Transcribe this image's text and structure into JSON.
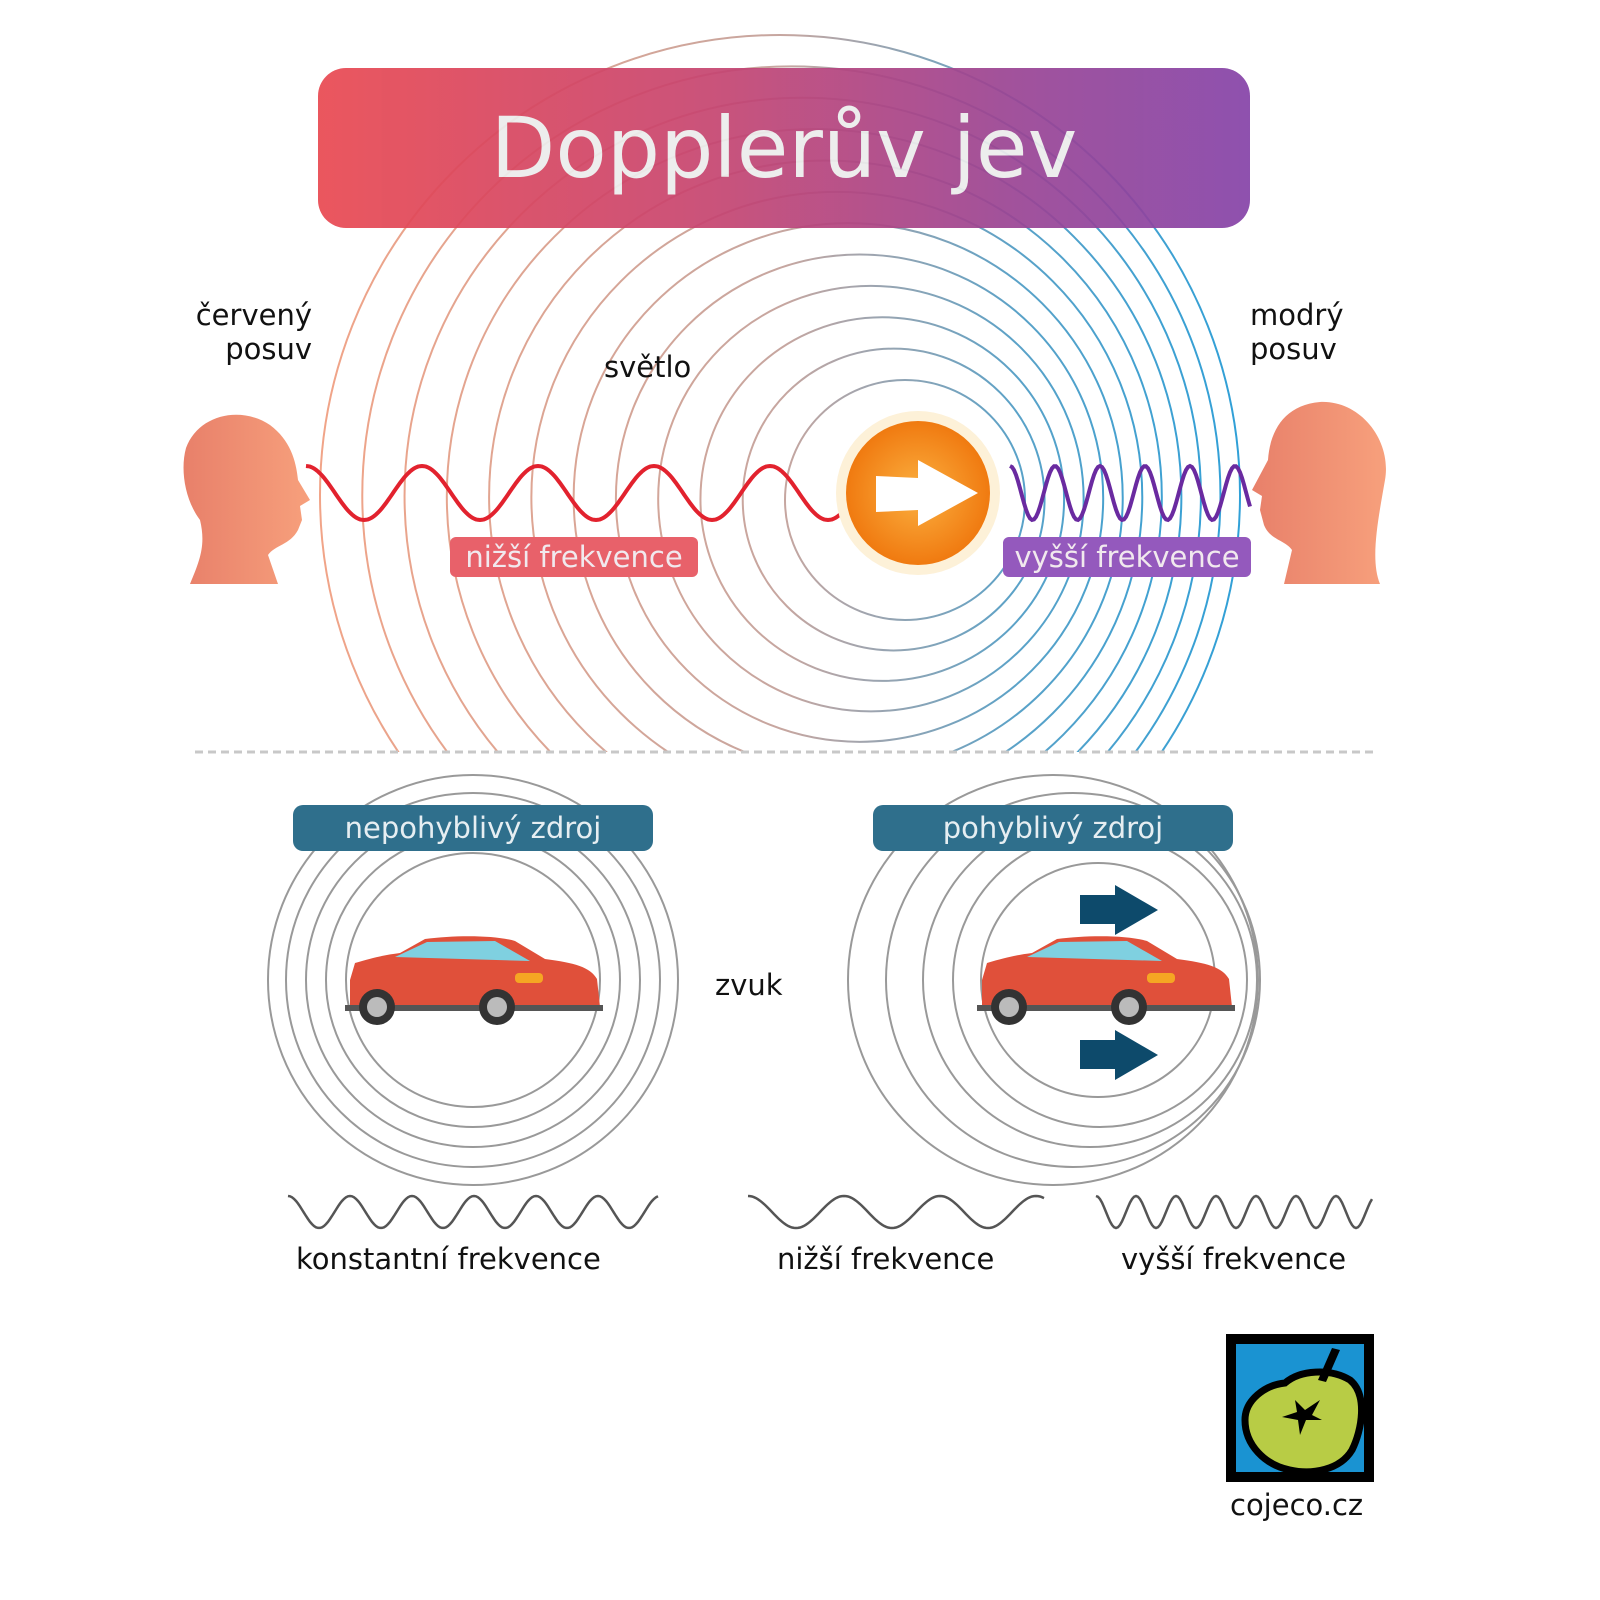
{
  "title": "Dopplerův jev",
  "light": {
    "label": "světlo",
    "left_shift": "červený posuv",
    "left_shift_lines": [
      "červený",
      "posuv"
    ],
    "right_shift_lines": [
      "modrý",
      "posuv"
    ],
    "lower_freq": "nižší frekvence",
    "higher_freq": "vyšší frekvence"
  },
  "sound": {
    "label": "zvuk",
    "stationary_source": "nepohyblivý zdroj",
    "moving_source": "pohyblivý zdroj",
    "constant_freq": "konstantní frekvence",
    "lower_freq": "nižší frekvence",
    "higher_freq": "vyšší frekvence"
  },
  "logo": {
    "text": "cojeco.cz"
  },
  "colors": {
    "red_wave": "#e2222e",
    "purple_wave": "#6a2aa0",
    "pill_red": "#e8616a",
    "pill_purple": "#9459bd",
    "header_blue": "#2f6f8c",
    "arrow_blue": "#0d4a6b"
  }
}
